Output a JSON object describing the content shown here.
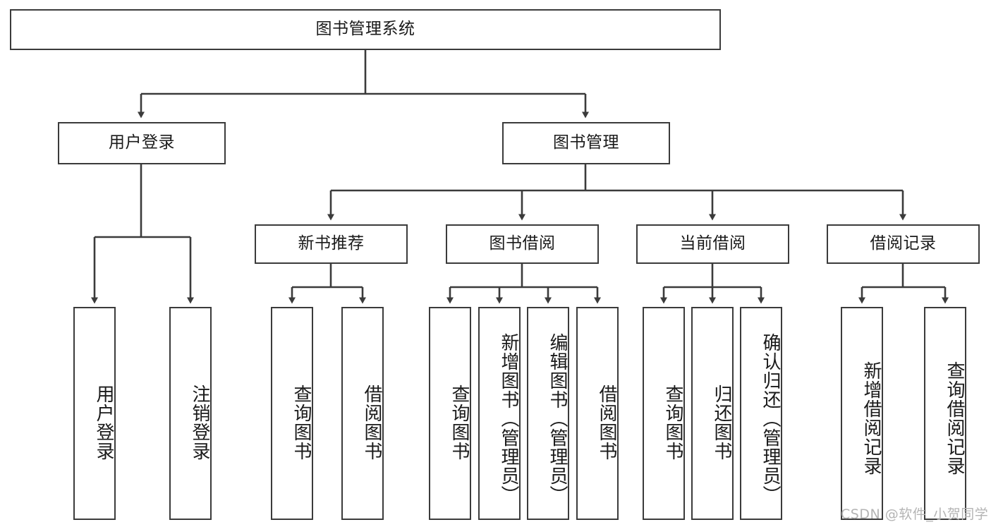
{
  "diagram": {
    "type": "tree-hierarchy",
    "title": "图书管理系统",
    "root": {
      "label": "图书管理系统"
    },
    "level2": [
      {
        "label": "用户登录"
      },
      {
        "label": "图书管理"
      }
    ],
    "level3": [
      {
        "label": "新书推荐"
      },
      {
        "label": "图书借阅"
      },
      {
        "label": "当前借阅"
      },
      {
        "label": "借阅记录"
      }
    ],
    "leaves": {
      "user_login": [
        {
          "label": "用户登录"
        },
        {
          "label": "注销登录"
        }
      ],
      "new_book_recommend": [
        {
          "label": "查询图书"
        },
        {
          "label": "借阅图书"
        }
      ],
      "book_borrow": [
        {
          "label": "查询图书"
        },
        {
          "label": "新增图书（管理员）"
        },
        {
          "label": "编辑图书（管理员）"
        },
        {
          "label": "借阅图书"
        }
      ],
      "current_borrow": [
        {
          "label": "查询图书"
        },
        {
          "label": "归还图书"
        },
        {
          "label": "确认归还（管理员）"
        }
      ],
      "borrow_record": [
        {
          "label": "新增借阅记录"
        },
        {
          "label": "查询借阅记录"
        }
      ]
    }
  },
  "watermark": {
    "text": "CSDN @软件_小贺同学"
  },
  "colors": {
    "border": "#3b3b3b",
    "text": "#1a1a1a",
    "background": "#ffffff",
    "watermark": "#b4b4b4"
  }
}
